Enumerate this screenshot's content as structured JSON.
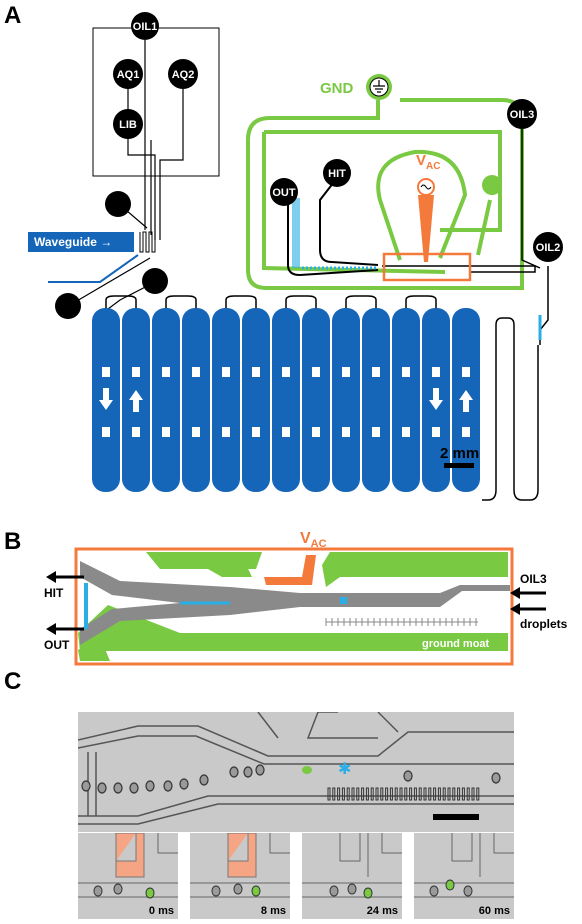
{
  "panels": {
    "a": "A",
    "b": "B",
    "c": "C"
  },
  "panel_a": {
    "nodes": {
      "oil1": "OIL1",
      "aq1": "AQ1",
      "aq2": "AQ2",
      "lib": "LIB",
      "gnd": "GND",
      "oil3": "OIL3",
      "out": "OUT",
      "hit": "HIT",
      "oil2": "OIL2"
    },
    "vac_main": "V",
    "vac_sub": "AC",
    "waveguide": "Waveguide →",
    "scale_bar": "2 mm",
    "colors": {
      "channel_blue": "#1565b8",
      "electrode_green": "#7ac943",
      "vac_orange": "#f47a3c",
      "highlight_cyan": "#29aee6"
    }
  },
  "panel_b": {
    "vac_main": "V",
    "vac_sub": "AC",
    "hit": "HIT",
    "out": "OUT",
    "oil3": "OIL3",
    "droplets": "droplets",
    "ground_moat": "ground moat"
  },
  "panel_c": {
    "times": [
      "0 ms",
      "8 ms",
      "24 ms",
      "60 ms"
    ]
  }
}
